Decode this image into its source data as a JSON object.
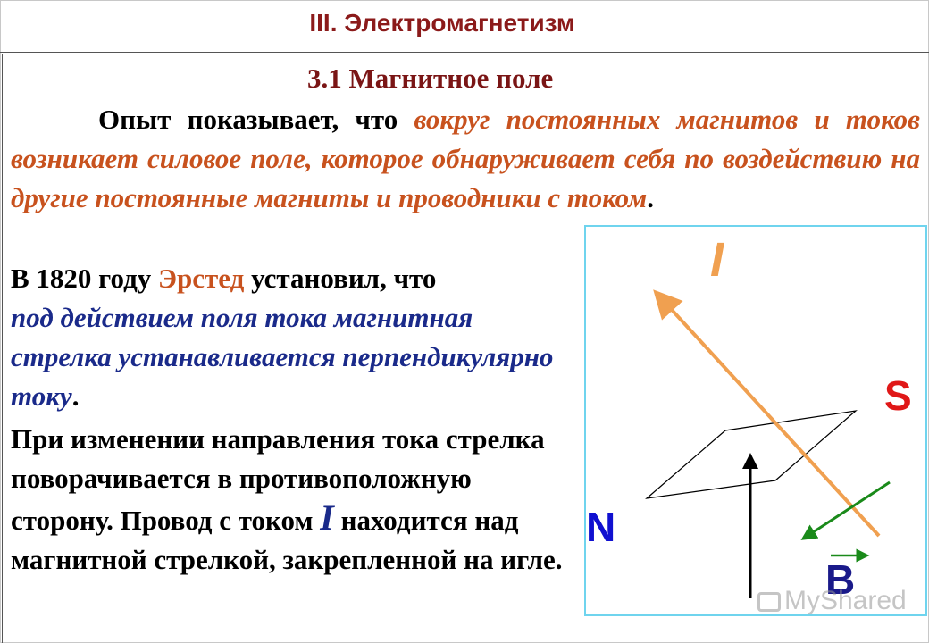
{
  "slide": {
    "chapter_title": "III. Электромагнетизм",
    "section_title": "3.1  Магнитное поле",
    "intro": {
      "plain_start": "Опыт показывает, что ",
      "highlight": "вокруг постоянных магнитов и токов возникает силовое поле, которое обнаруживает себя по воздействию на другие постоянные магниты и проводники с током",
      "end": "."
    },
    "oersted": {
      "part1": "В 1820 году ",
      "name": "Эрстед",
      "part2": " установил, что",
      "highlight": "под действием поля тока магнитная стрелка устанавливается перпендикулярно току",
      "end": "."
    },
    "change": {
      "text1": "При изменении направления тока стрелка поворачивается в противоположную сторону. Провод с током ",
      "symbol": "I",
      "text2": " находится над магнитной стрелкой, закрепленной на игле."
    },
    "figure": {
      "label_current": "I",
      "label_south": "S",
      "label_north": "N",
      "label_field": "B",
      "colors": {
        "border": "#6fd4ee",
        "wire": "#f0a050",
        "needle_arrow": "#000000",
        "field_arrow": "#1a8a1a",
        "south": "#e01818",
        "north": "#1010d0"
      }
    },
    "watermark": "MyShared"
  }
}
